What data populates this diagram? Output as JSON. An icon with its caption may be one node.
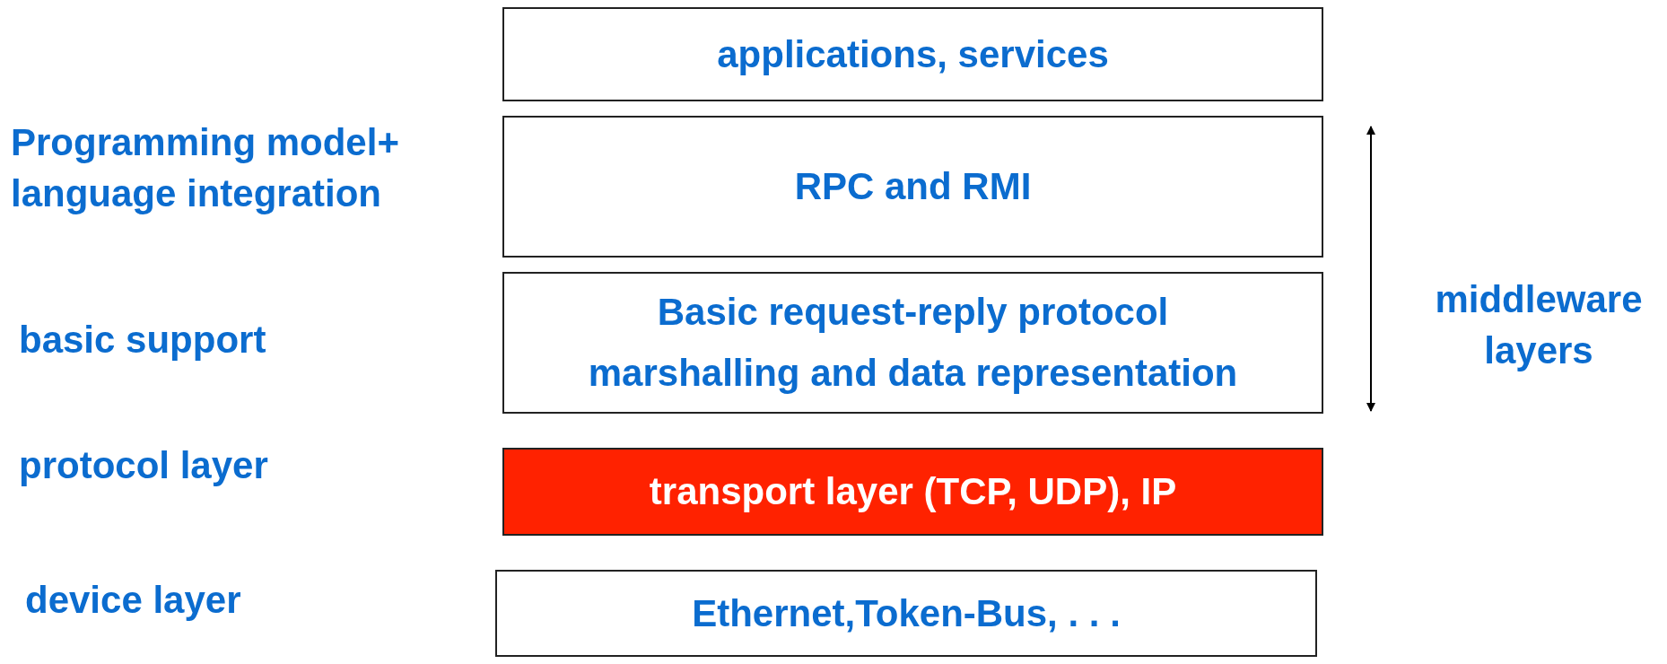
{
  "diagram": {
    "nodes": [
      {
        "text": [
          "applications, services"
        ]
      },
      {
        "text": [
          "RPC and RMI"
        ]
      },
      {
        "text": [
          "Basic request-reply protocol",
          "marshalling and data representation"
        ]
      },
      {
        "text": [
          "transport layer (TCP, UDP), IP"
        ]
      },
      {
        "text": [
          "Ethernet,Token-Bus, . . ."
        ]
      }
    ],
    "edges": [],
    "labels": [
      "Programming model+ language integration",
      "middleware layers",
      "basic support",
      "protocol layer",
      "device layer"
    ]
  }
}
